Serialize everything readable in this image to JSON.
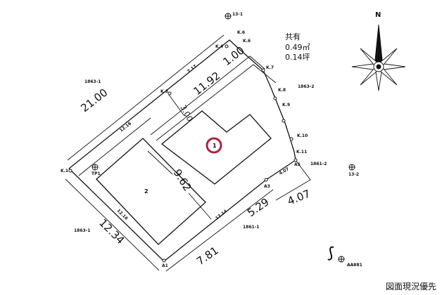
{
  "dimensions": {
    "top_length": "21.00",
    "corner_offset": "1.00",
    "inner_length": "11.92",
    "setback": "3.00",
    "building2_length": "9.62",
    "left_length": "12.34",
    "bottom_left_length": "7.81",
    "bottom_mid_length": "5.29",
    "bottom_right_length": "4.07"
  },
  "lot_labels": {
    "northwest": "1863-1",
    "northeast": "1863-2",
    "east": "1861-2",
    "south": "1861-1",
    "southwest": "1863-1"
  },
  "benchmarks": {
    "top": "13-1",
    "right": "13-2",
    "bottom": "AA881",
    "left": "TP1"
  },
  "point_labels": [
    "K.1",
    "K.3",
    "K.4",
    "K.6",
    "K.6",
    "K.7",
    "K.8",
    "K.9",
    "K.10",
    "K.11",
    "A5",
    "A3",
    "A1"
  ],
  "edge_labels": [
    "12.16",
    "7.17",
    "12.16",
    "4.07",
    "12.14"
  ],
  "shared_area": {
    "title": "共有",
    "sqm": "0.49㎡",
    "tsubo": "0.14坪"
  },
  "buildings": {
    "building1": "1",
    "building2": "2"
  },
  "compass": {
    "north": "N"
  },
  "colors": {
    "highlight": "#b0223a"
  },
  "footer_note": "図面現況優先"
}
